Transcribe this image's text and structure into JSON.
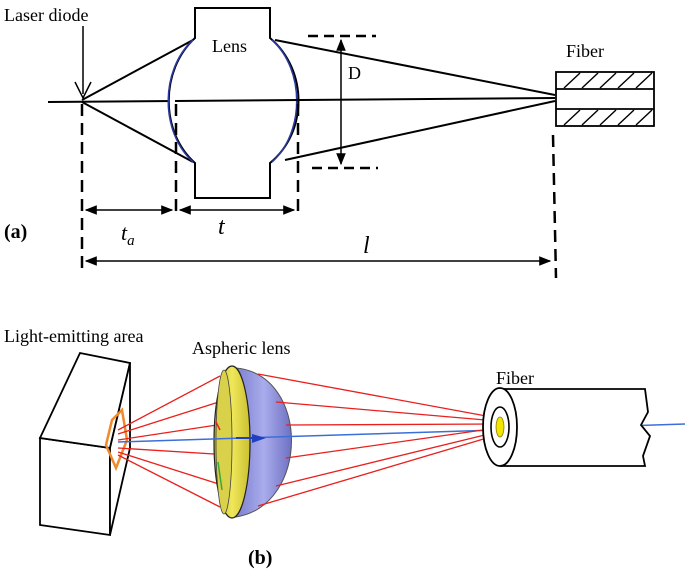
{
  "panel_a": {
    "label": "(a)",
    "laser_diode_label": "Laser diode",
    "lens_label": "Lens",
    "fiber_label": "Fiber",
    "dim_D": "D",
    "dim_ta_main": "t",
    "dim_ta_sub": "a",
    "dim_t": "t",
    "dim_l": "l"
  },
  "panel_b": {
    "label": "(b)",
    "light_area_label": "Light-emitting area",
    "aspheric_lens_label": "Aspheric lens",
    "fiber_label": "Fiber"
  },
  "colors": {
    "ray_red": "#e8201e",
    "axis_blue": "#3a6fd8",
    "lens_yellow": "#e6dc3a",
    "lens_blue": "#8c8fd8",
    "emitter_orange": "#ef8a2e",
    "fiber_core": "#f2e600"
  }
}
